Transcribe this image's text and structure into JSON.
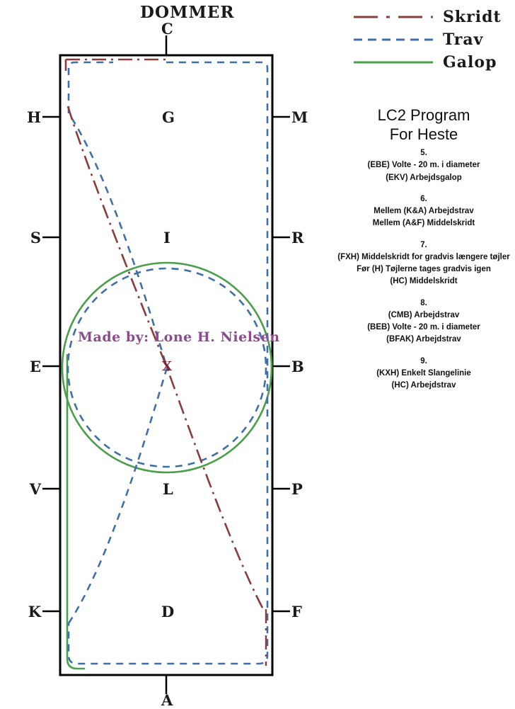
{
  "legend": {
    "items": [
      {
        "label": "Skridt",
        "style": "dash-dot",
        "color": "#8a3b3b"
      },
      {
        "label": "Trav",
        "style": "dashed",
        "color": "#3f6fa8"
      },
      {
        "label": "Galop",
        "style": "solid",
        "color": "#4aa04a"
      }
    ]
  },
  "program": {
    "title_line1": "LC2 Program",
    "title_line2": "For Heste",
    "items": [
      {
        "number": "5.",
        "lines": [
          "(EBE) Volte - 20 m. i diameter",
          "(EKV) Arbejdsgalop"
        ]
      },
      {
        "number": "6.",
        "lines": [
          "Mellem (K&A) Arbejdstrav",
          "Mellem (A&F) Middelskridt"
        ]
      },
      {
        "number": "7.",
        "lines": [
          "(FXH) Middelskridt for gradvis længere tøjler",
          "Før (H) Tøjlerne tages gradvis igen",
          "(HC) Middelskridt"
        ]
      },
      {
        "number": "8.",
        "lines": [
          "(CMB) Arbejdstrav",
          "(BEB) Volte - 20 m. i diameter",
          "(BFAK) Arbejdstrav"
        ]
      },
      {
        "number": "9.",
        "lines": [
          "(KXH) Enkelt Slangelinie",
          "(HC) Arbejdstrav"
        ]
      }
    ]
  },
  "arena": {
    "judge_label": "DOMMER",
    "signature": "Made by: Lone H. Nielsen",
    "markers_top": [
      {
        "letter": "C"
      }
    ],
    "markers_bottom": [
      {
        "letter": "A"
      }
    ],
    "markers_left": [
      {
        "letter": "H"
      },
      {
        "letter": "S"
      },
      {
        "letter": "E"
      },
      {
        "letter": "V"
      },
      {
        "letter": "K"
      }
    ],
    "markers_right": [
      {
        "letter": "M"
      },
      {
        "letter": "R"
      },
      {
        "letter": "B"
      },
      {
        "letter": "P"
      },
      {
        "letter": "F"
      }
    ],
    "markers_center": [
      {
        "letter": "G"
      },
      {
        "letter": "I"
      },
      {
        "letter": "X"
      },
      {
        "letter": "L"
      },
      {
        "letter": "D"
      }
    ],
    "colors": {
      "wall": "#000000",
      "skridt": "#8a3b3b",
      "trav": "#3f6fa8",
      "galop": "#4aa04a",
      "signature": "#8e4a8e",
      "x_marker": "#7b2330"
    }
  }
}
